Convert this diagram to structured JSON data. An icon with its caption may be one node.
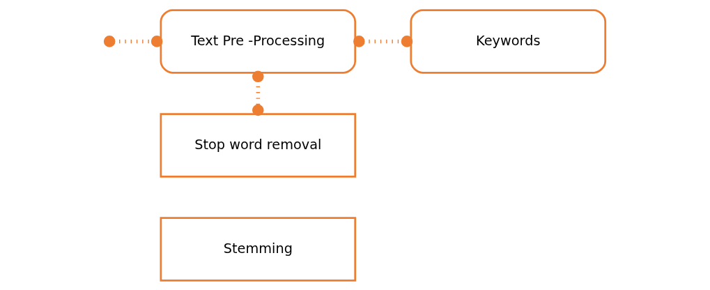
{
  "diagram": {
    "nodes": [
      {
        "text": [
          "Text Pre -Processing"
        ]
      },
      {
        "text": [
          "Keywords"
        ]
      },
      {
        "text": [
          "Stop word removal"
        ]
      },
      {
        "text": [
          "Stemming"
        ]
      }
    ],
    "edges": [
      {
        "from": null,
        "to": 0,
        "arrow": "other",
        "style": "dashed"
      },
      {
        "from": 0,
        "to": 1,
        "arrow": "other",
        "style": "dashed"
      },
      {
        "from": 0,
        "to": 2,
        "arrow": "other",
        "style": "dashed"
      }
    ]
  }
}
